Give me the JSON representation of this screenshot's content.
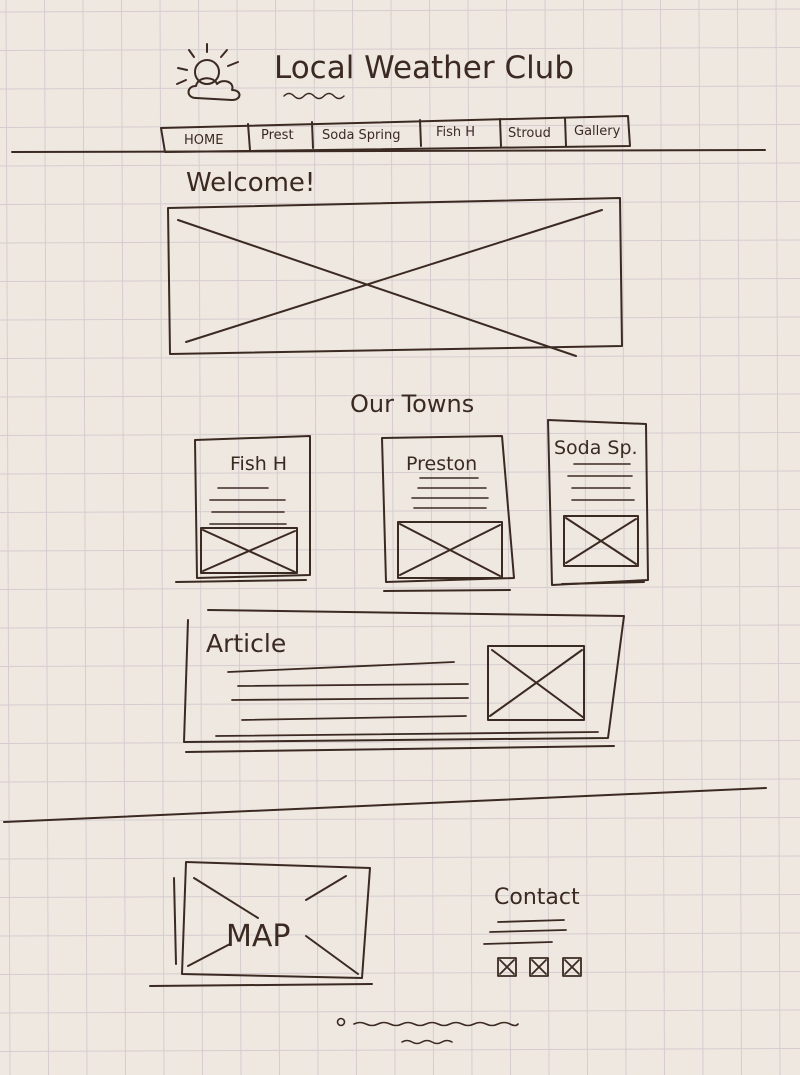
{
  "header": {
    "title": "Local Weather Club",
    "logo_icon": "sun-cloud-icon"
  },
  "nav": {
    "items": [
      {
        "label": "HOME"
      },
      {
        "label": "Prest"
      },
      {
        "label": "Soda Spring"
      },
      {
        "label": "Fish H"
      },
      {
        "label": "Stroud"
      },
      {
        "label": "Gallery"
      }
    ]
  },
  "welcome": {
    "heading": "Welcome!",
    "hero_image": "image-placeholder"
  },
  "towns": {
    "heading": "Our Towns",
    "cards": [
      {
        "title": "Fish H"
      },
      {
        "title": "Preston"
      },
      {
        "title": "Soda Sp."
      }
    ]
  },
  "article": {
    "heading": "Article"
  },
  "footer": {
    "map_label": "MAP",
    "contact_heading": "Contact",
    "social_icons": [
      "social-icon-1",
      "social-icon-2",
      "social-icon-3"
    ]
  },
  "colors": {
    "paper": "#efe8e0",
    "grid": "#d6ccd0",
    "ink": "#3b2a22"
  }
}
